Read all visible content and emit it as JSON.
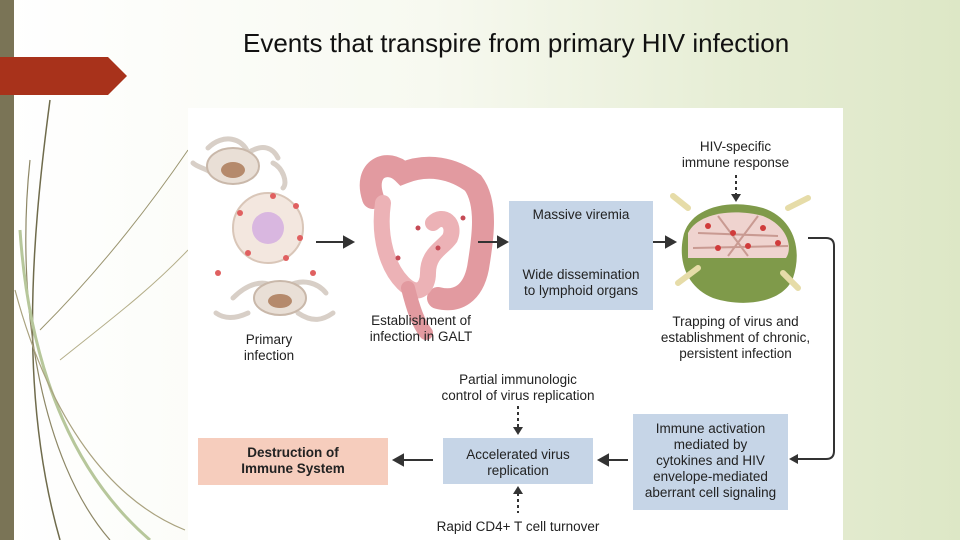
{
  "slide": {
    "title": "Events that transpire from primary HIV infection"
  },
  "diagram": {
    "primary_infection": "Primary\ninfection",
    "establishment": "Establishment of\ninfection in GALT",
    "massive_viremia": "Massive viremia",
    "wide_dissemination": "Wide dissemination\nto lymphoid organs",
    "hiv_specific": "HIV-specific\nimmune response",
    "trapping": "Trapping of virus and\nestablishment of chronic,\npersistent infection",
    "partial_control": "Partial immunologic\ncontrol of virus replication",
    "immune_activation": "Immune activation\nmediated by\ncytokines and HIV\nenvelope-mediated\naberrant cell signaling",
    "accelerated": "Accelerated virus\nreplication",
    "destruction": "Destruction of\nImmune System",
    "rapid_cd4": "Rapid CD4+ T cell turnover"
  }
}
